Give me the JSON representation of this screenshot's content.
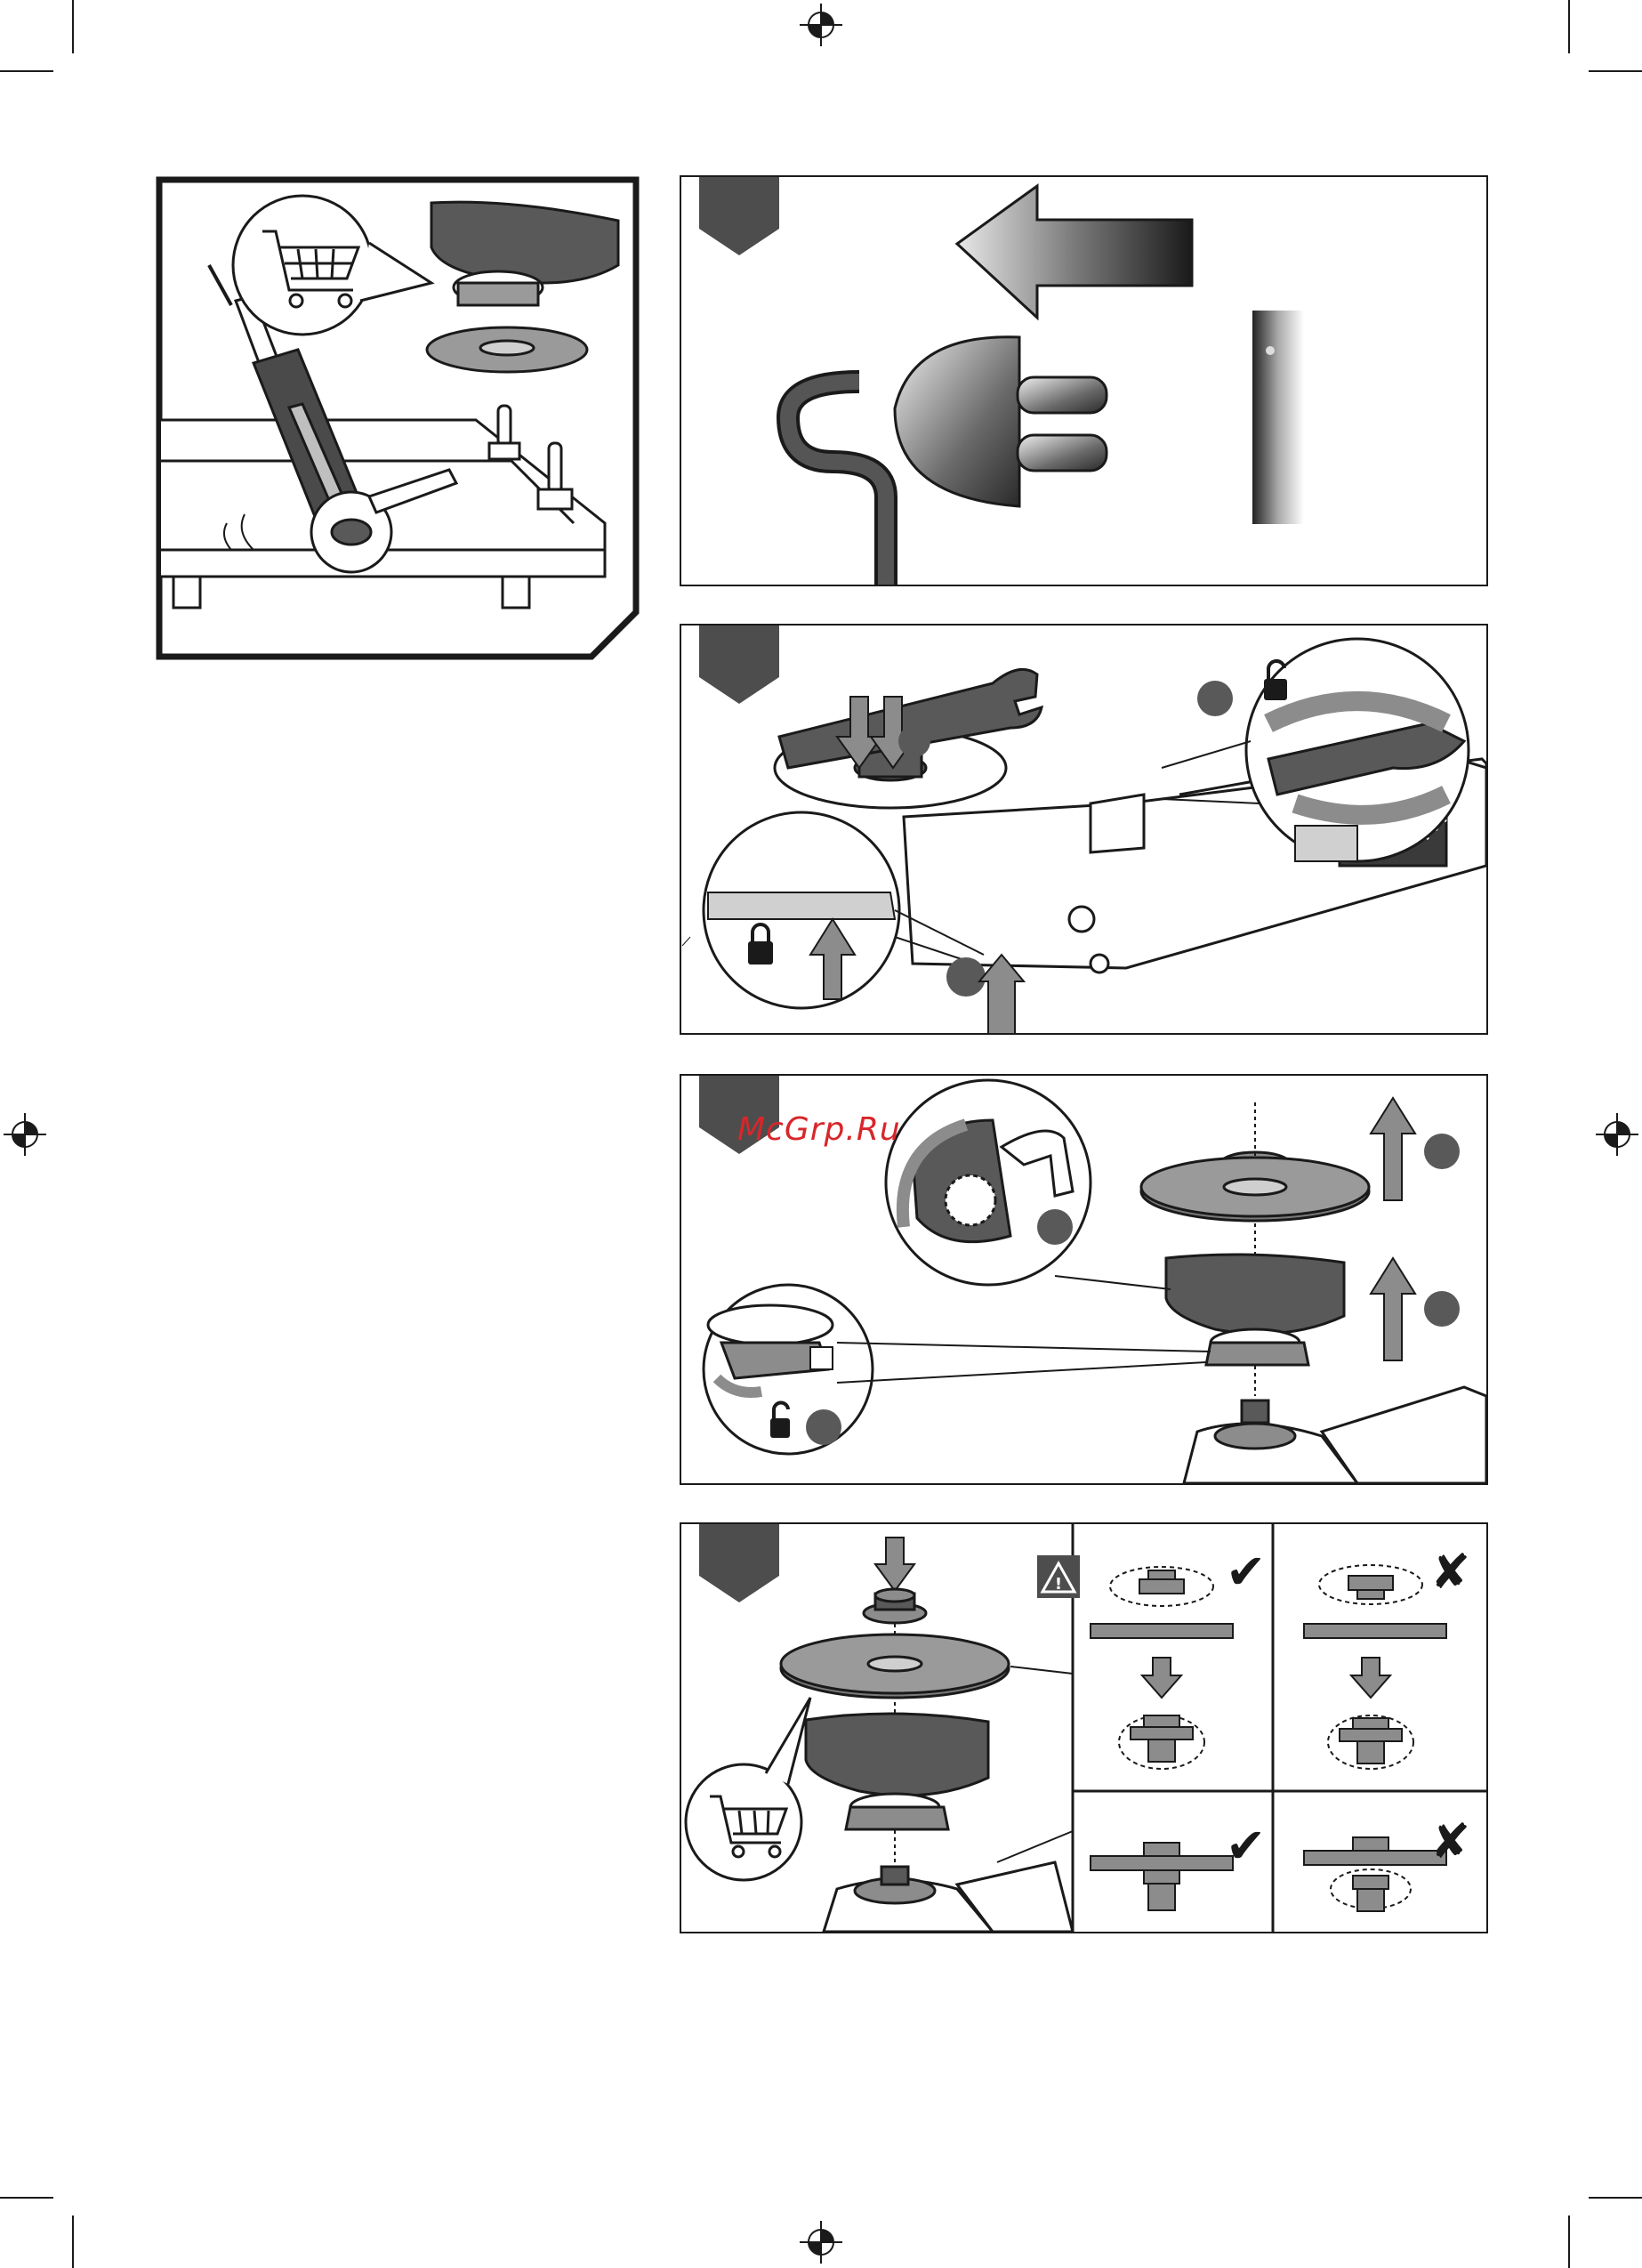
{
  "watermark": {
    "text": "McGrp.Ru",
    "color": "#d8262a"
  },
  "colors": {
    "ink": "#1a1a1a",
    "panel_grey": "#595959",
    "mid_grey": "#8c8c8c",
    "light_grey": "#cfcfcf"
  },
  "registration_marks": [
    "crosshair-icon",
    "crosshair-icon",
    "crosshair-icon",
    "crosshair-icon"
  ],
  "intro_illustration": {
    "icons": [
      "shopping-cart-icon",
      "angle-grinder-icon",
      "guard-icon",
      "grinding-disc-icon",
      "clamp-icon"
    ]
  },
  "panels": [
    {
      "id": "unplug",
      "icons": [
        "left-arrow-icon",
        "plug-icon",
        "socket-icon"
      ]
    },
    {
      "id": "loosen-nut",
      "icons": [
        "spanner-icon",
        "down-arrow-icon",
        "unlock-icon",
        "lock-icon",
        "up-arrow-icon",
        "spindle-lock-button-icon"
      ]
    },
    {
      "id": "remove-guard",
      "icons": [
        "flange-nut-icon",
        "grinding-disc-icon",
        "guard-icon",
        "unlock-icon",
        "up-arrow-icon",
        "rotate-arrow-icon"
      ]
    },
    {
      "id": "mount-disc",
      "icons": [
        "down-arrow-icon",
        "warning-icon",
        "check-icon",
        "cross-icon",
        "shopping-cart-icon",
        "flange-icon"
      ],
      "checks": [
        "✔",
        "✘",
        "✔",
        "✘"
      ],
      "warning_symbol": "!"
    }
  ]
}
